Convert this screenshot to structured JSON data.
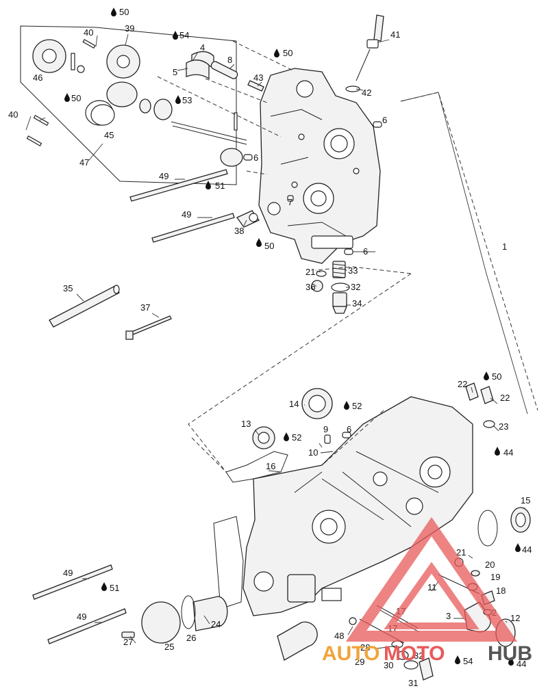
{
  "watermark": {
    "word_part1": "AUTO",
    "word_part2": "MOTO",
    "word_part3": "HUB",
    "colors": {
      "orange": "#f0a43a",
      "red": "#e85a5a",
      "grey": "#555555"
    }
  },
  "callouts": {
    "p1": "1",
    "p2": "2",
    "p3": "3",
    "p4": "4",
    "p5": "5",
    "p6a": "6",
    "p6b": "6",
    "p6c": "6",
    "p6d": "6",
    "p7": "7",
    "p8": "8",
    "p9": "9",
    "p10": "10",
    "p11": "11",
    "p12": "12",
    "p13": "13",
    "p14": "14",
    "p15": "15",
    "p16": "16",
    "p17a": "17",
    "p17b": "17",
    "p18": "18",
    "p19": "19",
    "p20": "20",
    "p21a": "21",
    "p21b": "21",
    "p22a": "22",
    "p22b": "22",
    "p23": "23",
    "p24": "24",
    "p25": "25",
    "p26": "26",
    "p27": "27",
    "p28": "28",
    "p29": "29",
    "p30": "30",
    "p31": "31",
    "p32a": "32",
    "p32b": "32",
    "p33": "33",
    "p34": "34",
    "p35": "35",
    "p36": "36",
    "p37": "37",
    "p38": "38",
    "p39": "39",
    "p40a": "40",
    "p40b": "40",
    "p41": "41",
    "p42": "42",
    "p43": "43",
    "p44a": "44",
    "p44b": "44",
    "p44c": "44",
    "p45": "45",
    "p46": "46",
    "p47": "47",
    "p49a": "49",
    "p49b": "49",
    "p49c": "49",
    "p49d": "49",
    "p48": "48",
    "p50a": "50",
    "p50b": "50",
    "p50c": "50",
    "p50d": "50",
    "p50e": "50",
    "p51a": "51",
    "p51b": "51",
    "p52a": "52",
    "p52b": "52",
    "p53": "53",
    "p54a": "54",
    "p54b": "54"
  }
}
